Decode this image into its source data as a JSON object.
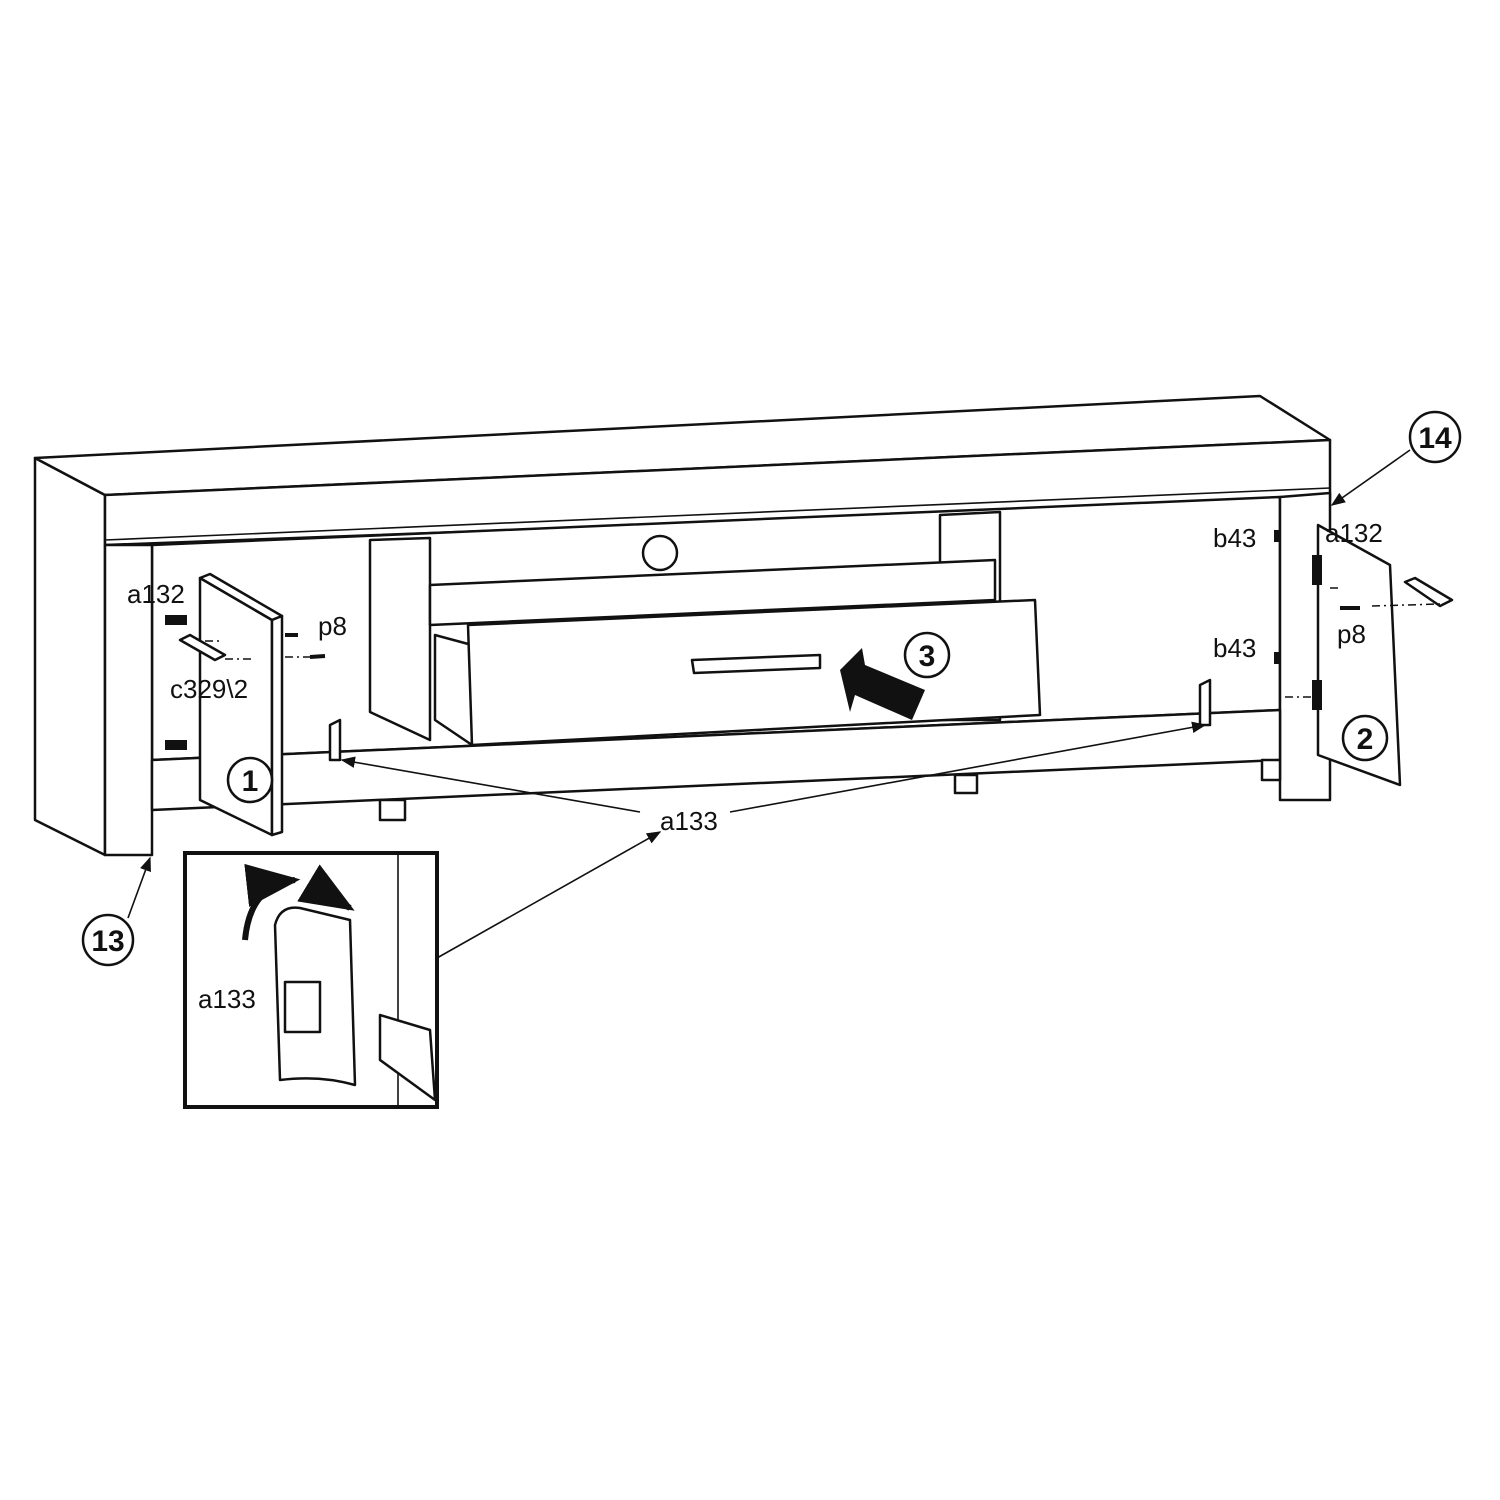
{
  "diagram": {
    "parts": {
      "hinge_left": "a132",
      "screw_left": "p8",
      "handle_left": "c329\\2",
      "catch_upper_right": "b43",
      "catch_lower_right": "b43",
      "hinge_right": "a132",
      "screw_right": "p8",
      "adjuster": "a133",
      "inset_adjuster": "a133"
    },
    "callouts": {
      "left_side": "13",
      "right_side": "14",
      "left_door": "1",
      "right_door": "2",
      "drawer": "3"
    }
  }
}
